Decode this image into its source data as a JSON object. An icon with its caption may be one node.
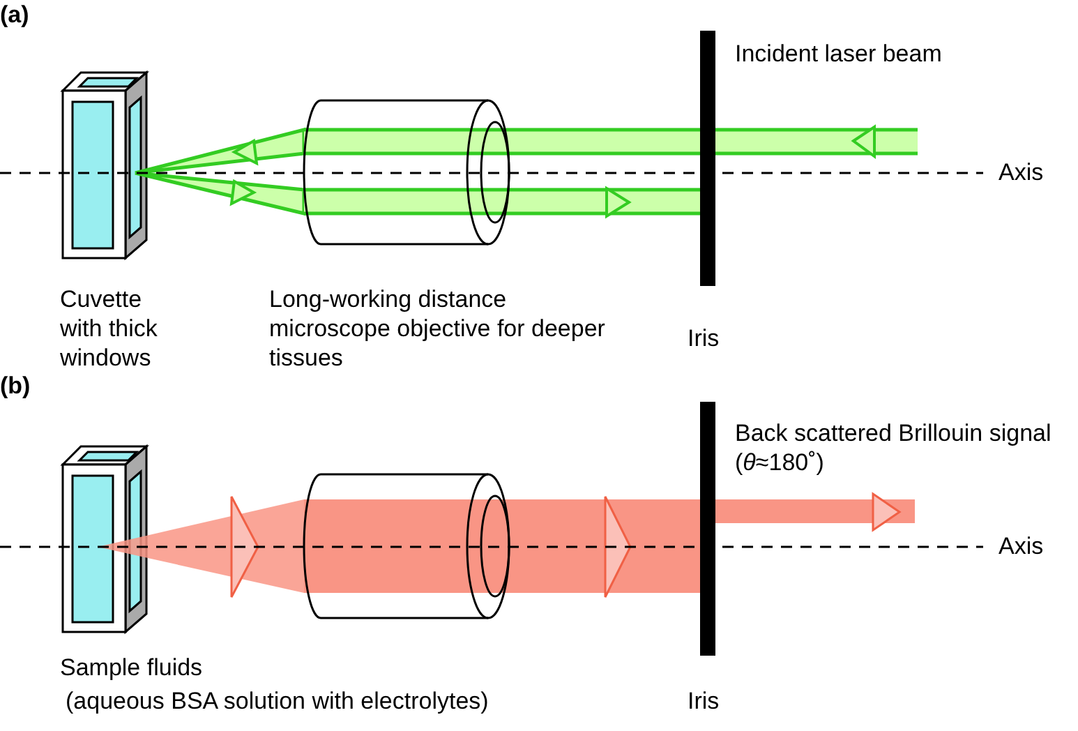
{
  "diagram": {
    "labels": [
      "(a)",
      "Incident laser beam",
      "Axis",
      "Cuvette with thick windows",
      "Long-working distance microscope objective for deeper tissues",
      "Iris",
      "(b)",
      "Back scattered Brillouin signal (*θ*≈180˚)",
      "Axis",
      "Sample fluids",
      "(aqueous BSA solution with electrolytes)",
      "Iris"
    ]
  }
}
